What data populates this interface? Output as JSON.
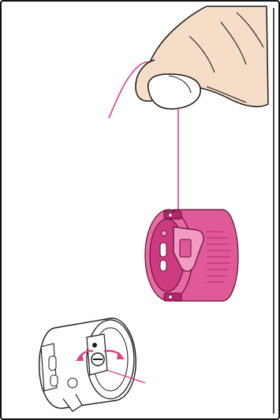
{
  "figure": {
    "colors": {
      "border": "#111111",
      "thread": "#e0407f",
      "bobbin_case": "#e05a9a",
      "bobbin_case_dark": "#b8246a",
      "bobbin_case_light": "#f29ac2",
      "skin": "#f6ddc8",
      "line": "#1a1a1a"
    },
    "parts": [
      "hand-with-thread",
      "pink-thread",
      "bobbin-case-hanging",
      "bobbin-case-adjust-screw",
      "adjust-arrows"
    ]
  }
}
